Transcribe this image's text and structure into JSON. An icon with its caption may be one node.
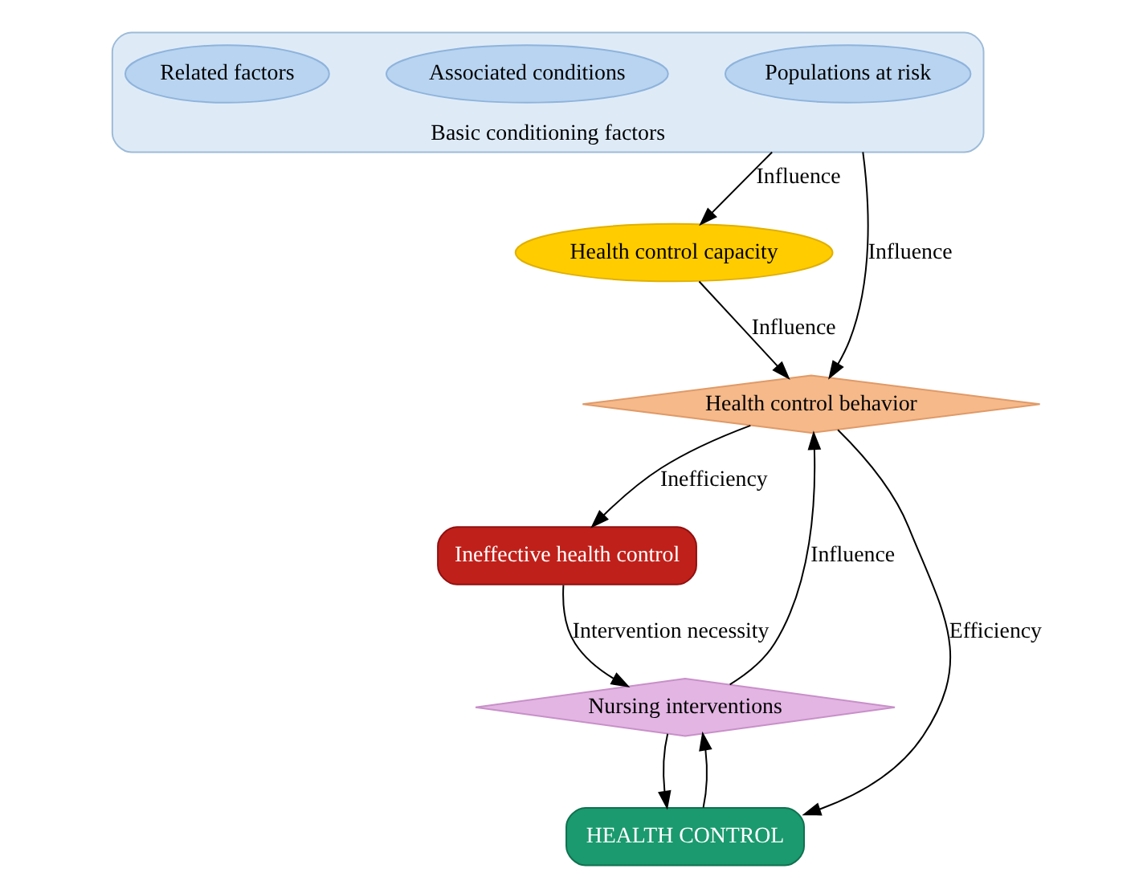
{
  "diagram": {
    "nodes": [
      {
        "text": [
          "Basic conditioning factors"
        ]
      },
      {
        "text": [
          "Populations at risk"
        ],
        "in": 0
      },
      {
        "text": [
          "Associated conditions"
        ],
        "in": 0
      },
      {
        "text": [
          "Related factors"
        ],
        "in": 0
      },
      {
        "text": [
          "Health control capacity"
        ]
      },
      {
        "text": [
          "Ineffective health control"
        ]
      },
      {
        "text": [
          "HEALTH CONTROL"
        ]
      },
      {
        "text": [
          "Health control behavior"
        ]
      },
      {
        "text": [
          "Nursing interventions"
        ]
      }
    ],
    "edges": [
      {
        "from": 0,
        "to": 4,
        "arrow": "to",
        "label": "Influence"
      },
      {
        "from": 0,
        "to": 7,
        "arrow": "to",
        "label": "Influence"
      },
      {
        "from": 4,
        "to": 7,
        "arrow": "to",
        "label": "Influence"
      },
      {
        "from": 7,
        "to": 6,
        "arrow": "to",
        "label": "Efficiency"
      },
      {
        "from": 5,
        "to": 8,
        "arrow": "to",
        "label": "Intervention necessity"
      },
      {
        "from": 6,
        "to": 8,
        "arrow": "to"
      },
      {
        "from": 8,
        "to": 6,
        "arrow": "to"
      },
      {
        "from": 8,
        "to": 7,
        "arrow": "to",
        "label": "Influence"
      },
      {
        "from": 7,
        "to": 5,
        "arrow": "to",
        "label": "Inefficiency"
      }
    ]
  }
}
